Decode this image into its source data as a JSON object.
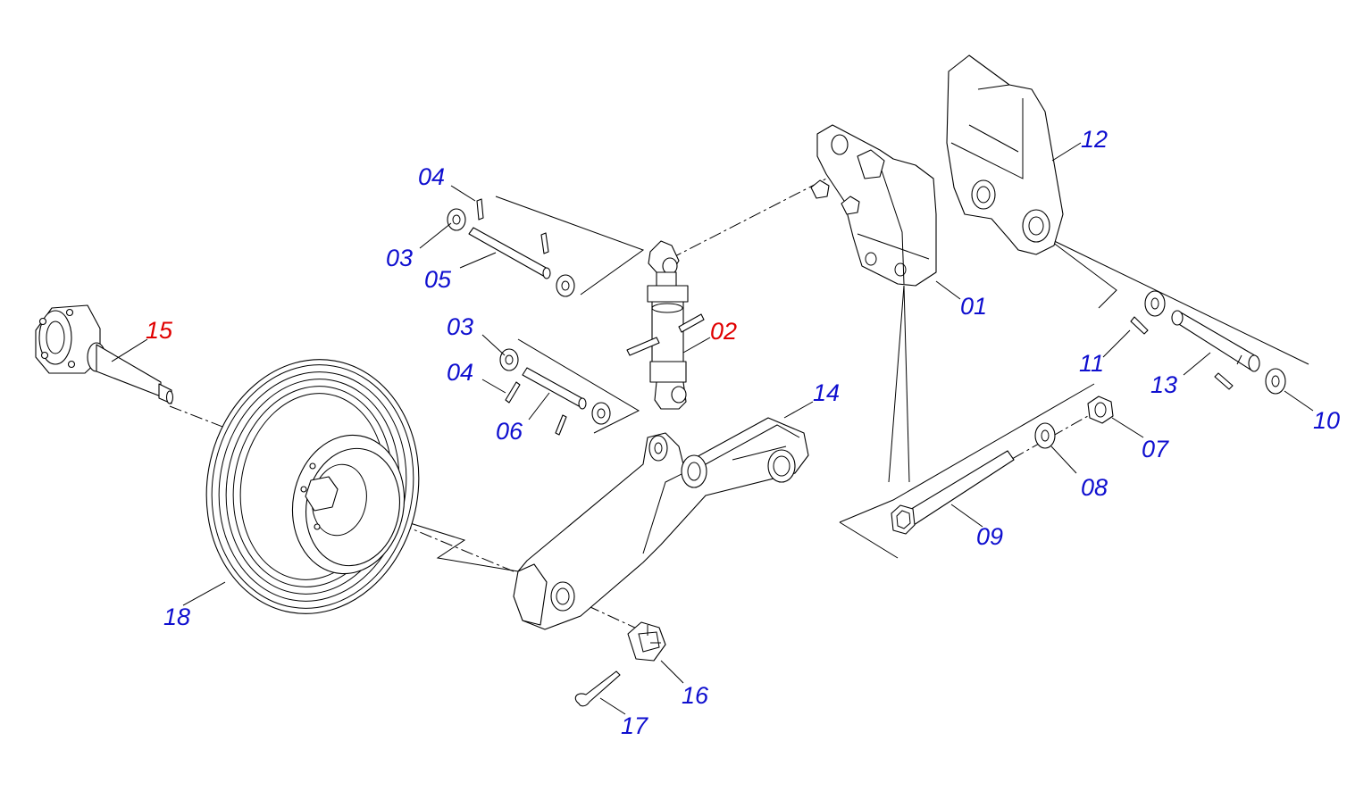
{
  "colors": {
    "standard_part": "#0f0fcf",
    "highlighted_part": "#e00000",
    "line": "#000000",
    "background": "#ffffff"
  },
  "callouts": {
    "p01": {
      "text": "01",
      "color": "#0f0fcf"
    },
    "p02": {
      "text": "02",
      "color": "#e00000"
    },
    "p03a": {
      "text": "03",
      "color": "#0f0fcf"
    },
    "p03b": {
      "text": "03",
      "color": "#0f0fcf"
    },
    "p04a": {
      "text": "04",
      "color": "#0f0fcf"
    },
    "p04b": {
      "text": "04",
      "color": "#0f0fcf"
    },
    "p05": {
      "text": "05",
      "color": "#0f0fcf"
    },
    "p06": {
      "text": "06",
      "color": "#0f0fcf"
    },
    "p07": {
      "text": "07",
      "color": "#0f0fcf"
    },
    "p08": {
      "text": "08",
      "color": "#0f0fcf"
    },
    "p09": {
      "text": "09",
      "color": "#0f0fcf"
    },
    "p10": {
      "text": "10",
      "color": "#0f0fcf"
    },
    "p11": {
      "text": "11",
      "color": "#0f0fcf"
    },
    "p12": {
      "text": "12",
      "color": "#0f0fcf"
    },
    "p13": {
      "text": "13",
      "color": "#0f0fcf"
    },
    "p14": {
      "text": "14",
      "color": "#0f0fcf"
    },
    "p15": {
      "text": "15",
      "color": "#e00000"
    },
    "p16": {
      "text": "16",
      "color": "#0f0fcf"
    },
    "p17": {
      "text": "17",
      "color": "#0f0fcf"
    },
    "p18": {
      "text": "18",
      "color": "#0f0fcf"
    }
  }
}
